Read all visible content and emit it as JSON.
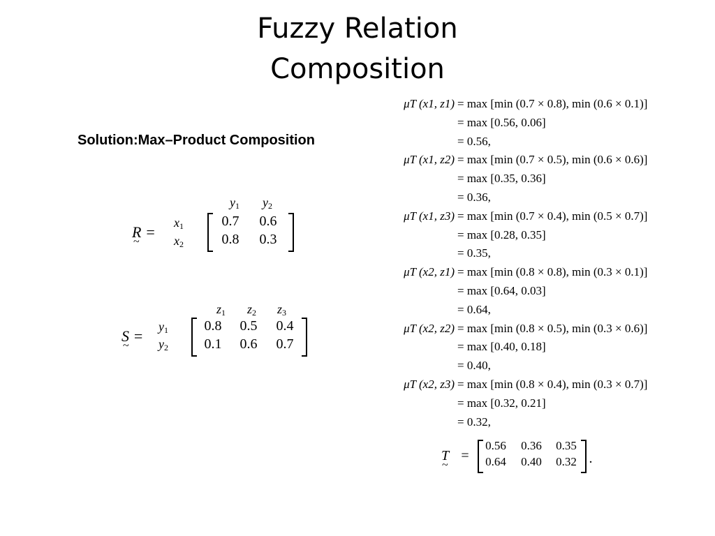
{
  "title_line1": "Fuzzy Relation",
  "title_line2": "Composition",
  "subtitle": "Solution:Max–Product Composition",
  "R": {
    "label": "R =",
    "tilde": "~",
    "cols": [
      "y",
      "y"
    ],
    "col_subs": [
      "1",
      "2"
    ],
    "rows": [
      "x",
      "x"
    ],
    "row_subs": [
      "1",
      "2"
    ],
    "values": [
      [
        "0.7",
        "0.6"
      ],
      [
        "0.8",
        "0.3"
      ]
    ]
  },
  "S": {
    "label": "S =",
    "tilde": "~",
    "cols": [
      "z",
      "z",
      "z"
    ],
    "col_subs": [
      "1",
      "2",
      "3"
    ],
    "rows": [
      "y",
      "y"
    ],
    "row_subs": [
      "1",
      "2"
    ],
    "values": [
      [
        "0.8",
        "0.5",
        "0.4"
      ],
      [
        "0.1",
        "0.6",
        "0.7"
      ]
    ]
  },
  "equations": [
    {
      "lhs": "μT (x1, z1)",
      "rhs": "= max [min (0.7 × 0.8), min (0.6 × 0.1)]"
    },
    {
      "lhs": "",
      "rhs": "= max [0.56, 0.06]"
    },
    {
      "lhs": "",
      "rhs": "= 0.56,"
    },
    {
      "lhs": "μT (x1, z2)",
      "rhs": "= max [min (0.7 × 0.5), min (0.6 × 0.6)]"
    },
    {
      "lhs": "",
      "rhs": "= max [0.35, 0.36]"
    },
    {
      "lhs": "",
      "rhs": "= 0.36,"
    },
    {
      "lhs": "μT (x1, z3)",
      "rhs": "= max [min (0.7 × 0.4), min (0.5 × 0.7)]"
    },
    {
      "lhs": "",
      "rhs": "= max [0.28, 0.35]"
    },
    {
      "lhs": "",
      "rhs": "= 0.35,"
    },
    {
      "lhs": "μT (x2, z1)",
      "rhs": "= max [min (0.8 × 0.8), min (0.3 × 0.1)]"
    },
    {
      "lhs": "",
      "rhs": "= max [0.64, 0.03]"
    },
    {
      "lhs": "",
      "rhs": "= 0.64,"
    },
    {
      "lhs": "μT (x2, z2)",
      "rhs": "= max [min (0.8 × 0.5), min (0.3 × 0.6)]"
    },
    {
      "lhs": "",
      "rhs": "= max [0.40, 0.18]"
    },
    {
      "lhs": "",
      "rhs": "= 0.40,"
    },
    {
      "lhs": "μT (x2, z3)",
      "rhs": "= max [min (0.8 × 0.4), min (0.3 × 0.7)]"
    },
    {
      "lhs": "",
      "rhs": "= max [0.32, 0.21]"
    },
    {
      "lhs": "",
      "rhs": "= 0.32,"
    }
  ],
  "T": {
    "label": "T",
    "equals": "=",
    "tilde": "~",
    "values": [
      [
        "0.56",
        "0.36",
        "0.35"
      ],
      [
        "0.64",
        "0.40",
        "0.32"
      ]
    ],
    "end": "."
  }
}
